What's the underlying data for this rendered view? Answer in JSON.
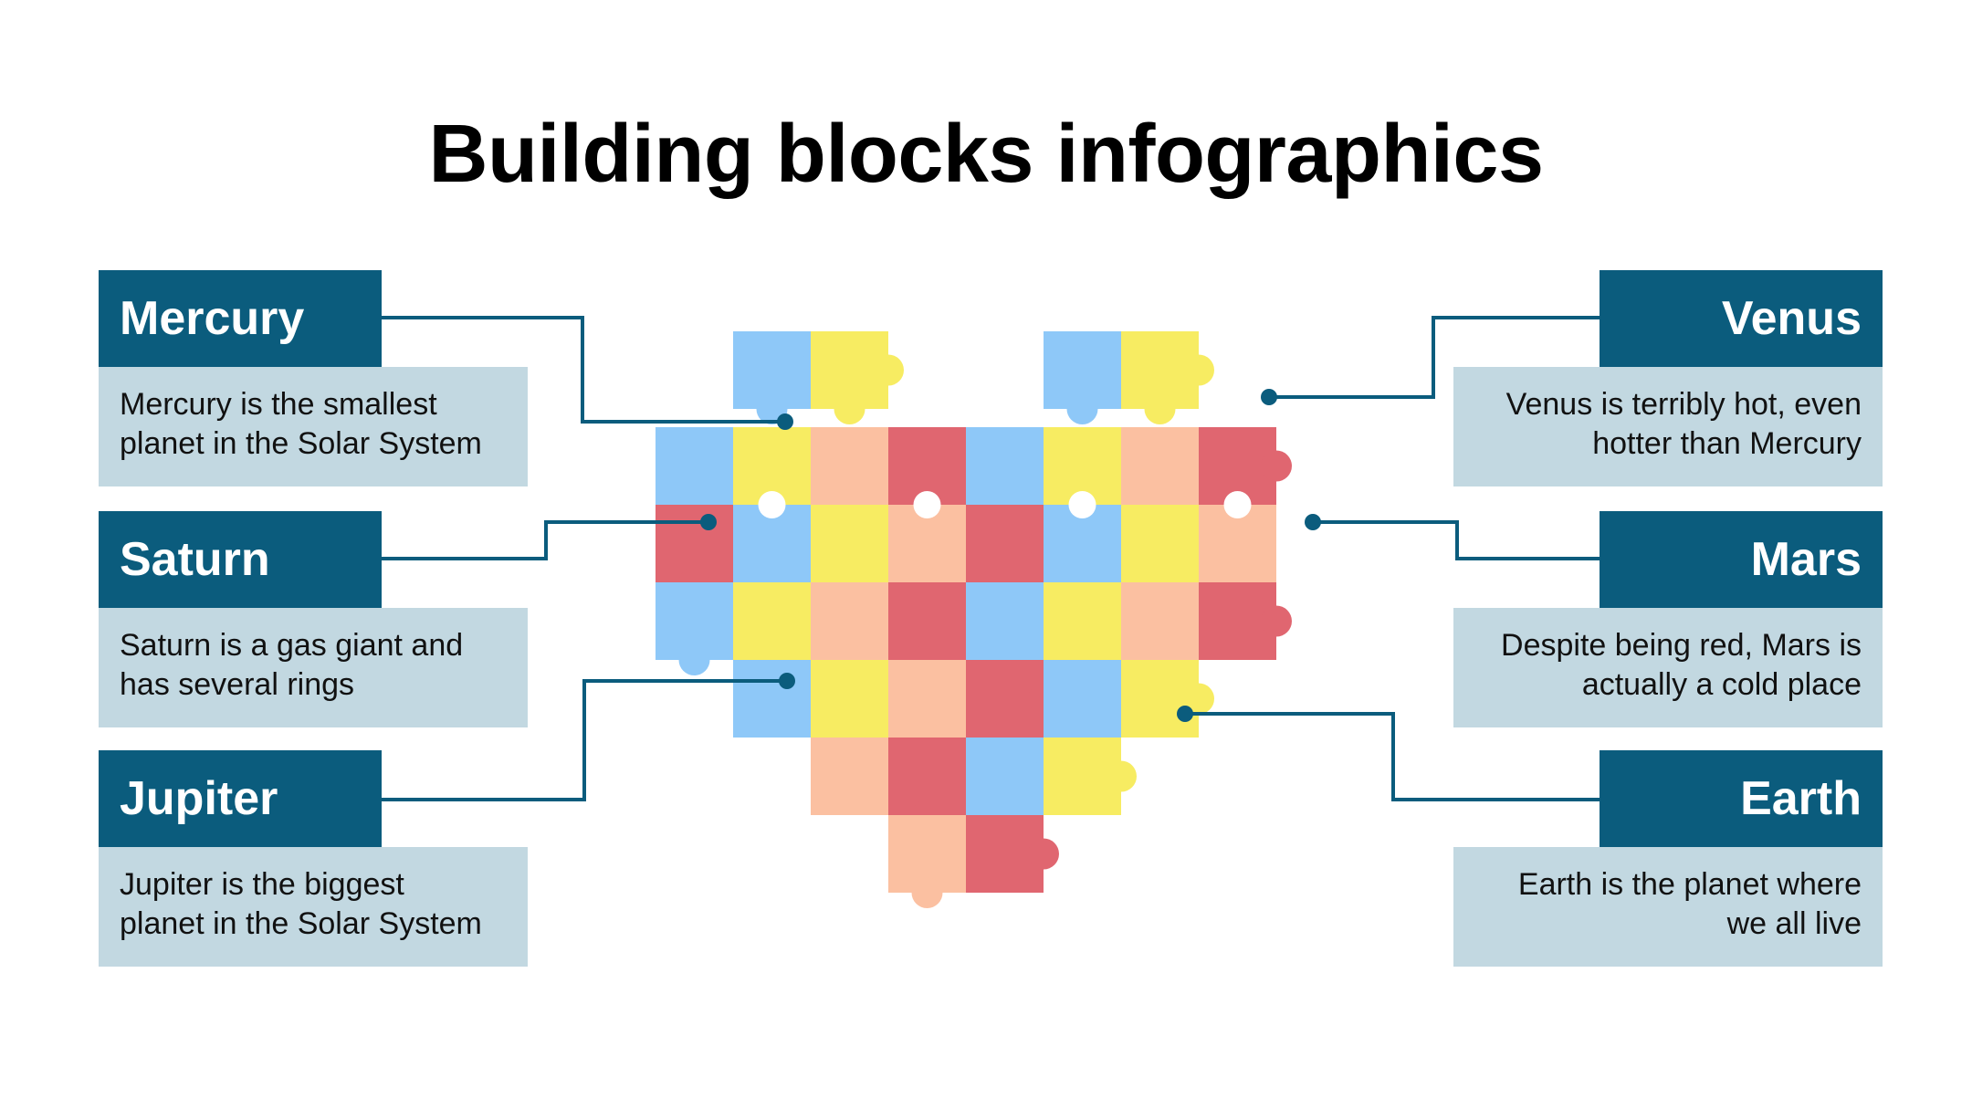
{
  "title": "Building blocks infographics",
  "colors": {
    "label_bg": "#0b5c7d",
    "desc_bg": "#c2d8e1",
    "connector": "#0b5c7d",
    "pieces": {
      "red": "#e06670",
      "peach": "#fbc0a1",
      "yellow": "#f7ec62",
      "blue": "#8ec8f8"
    }
  },
  "items": [
    {
      "id": "mercury",
      "side": "left",
      "title": "Mercury",
      "lines": [
        "Mercury is the smallest",
        "planet in the Solar System"
      ]
    },
    {
      "id": "saturn",
      "side": "left",
      "title": "Saturn",
      "lines": [
        "Saturn is a gas giant and",
        "has several rings"
      ]
    },
    {
      "id": "jupiter",
      "side": "left",
      "title": "Jupiter",
      "lines": [
        "Jupiter is the biggest",
        "planet in the Solar System"
      ]
    },
    {
      "id": "venus",
      "side": "right",
      "title": "Venus",
      "lines": [
        "Venus is terribly hot, even",
        "hotter than Mercury"
      ]
    },
    {
      "id": "mars",
      "side": "right",
      "title": "Mars",
      "lines": [
        "Despite being red, Mars is",
        "actually a cold place"
      ]
    },
    {
      "id": "earth",
      "side": "right",
      "title": "Earth",
      "lines": [
        "Earth is the planet where",
        "we all live"
      ]
    }
  ],
  "heart_icon": "puzzle-heart-icon"
}
